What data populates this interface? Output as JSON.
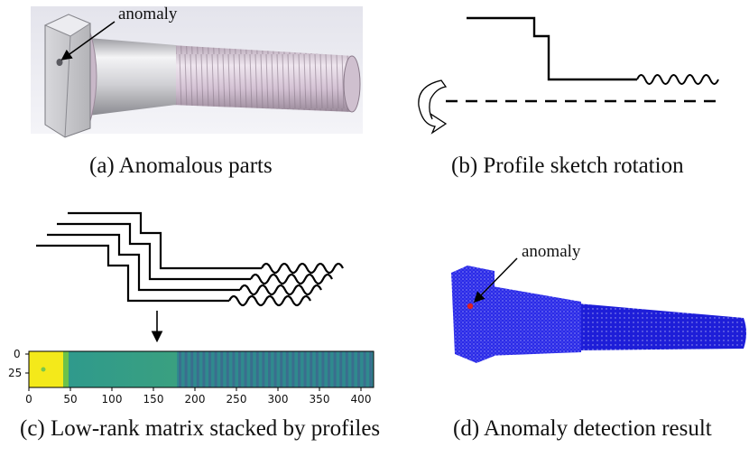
{
  "panel_a": {
    "caption": "(a) Anomalous parts",
    "annotation": "anomaly"
  },
  "panel_b": {
    "caption": "(b) Profile sketch rotation"
  },
  "panel_c": {
    "caption": "(c) Low-rank matrix stacked by profiles",
    "x_ticks": [
      "0",
      "50",
      "100",
      "150",
      "200",
      "250",
      "300",
      "350",
      "400"
    ],
    "y_ticks": [
      "0",
      "25"
    ]
  },
  "panel_d": {
    "caption": "(d) Anomaly detection result",
    "annotation": "anomaly"
  },
  "colors": {
    "bolt_grey": "#c8c8cc",
    "thread_pink": "#d8c4d8",
    "point_cloud_blue": "#2a2ae0",
    "anomaly_red": "#e02020",
    "matrix_yellow": "#f4e91a",
    "matrix_teal": "#2a9a8a"
  }
}
